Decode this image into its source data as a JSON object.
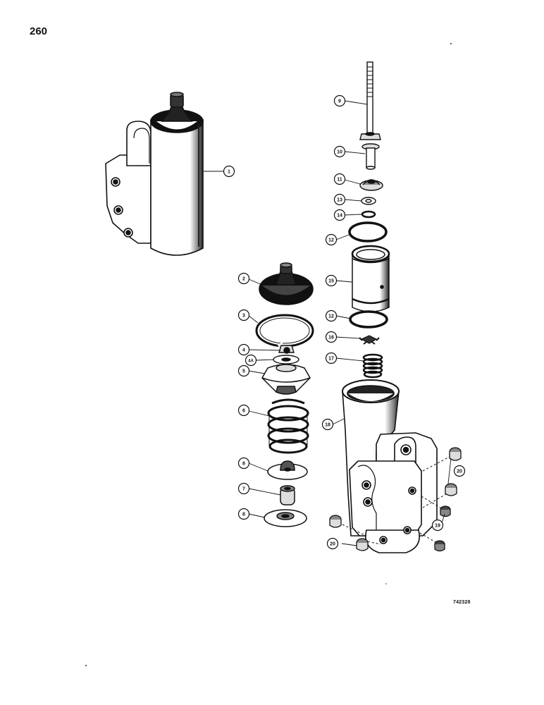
{
  "page": {
    "number": "260",
    "figure_code": "742328"
  },
  "colors": {
    "ink": "#111111",
    "paper": "#ffffff",
    "shade": "#555555"
  },
  "callouts": {
    "c1": "1",
    "c2": "2",
    "c3": "3",
    "c4": "4",
    "c4a": "4A",
    "c5": "5",
    "c6": "6",
    "c7": "7",
    "c8a": "8",
    "c8b": "8",
    "c9": "9",
    "c10": "10",
    "c11": "11",
    "c12a": "12",
    "c12b": "12",
    "c13": "13",
    "c14": "14",
    "c15": "15",
    "c16": "16",
    "c17": "17",
    "c18": "18",
    "c19": "19",
    "c20a": "20",
    "c20b": "20"
  }
}
